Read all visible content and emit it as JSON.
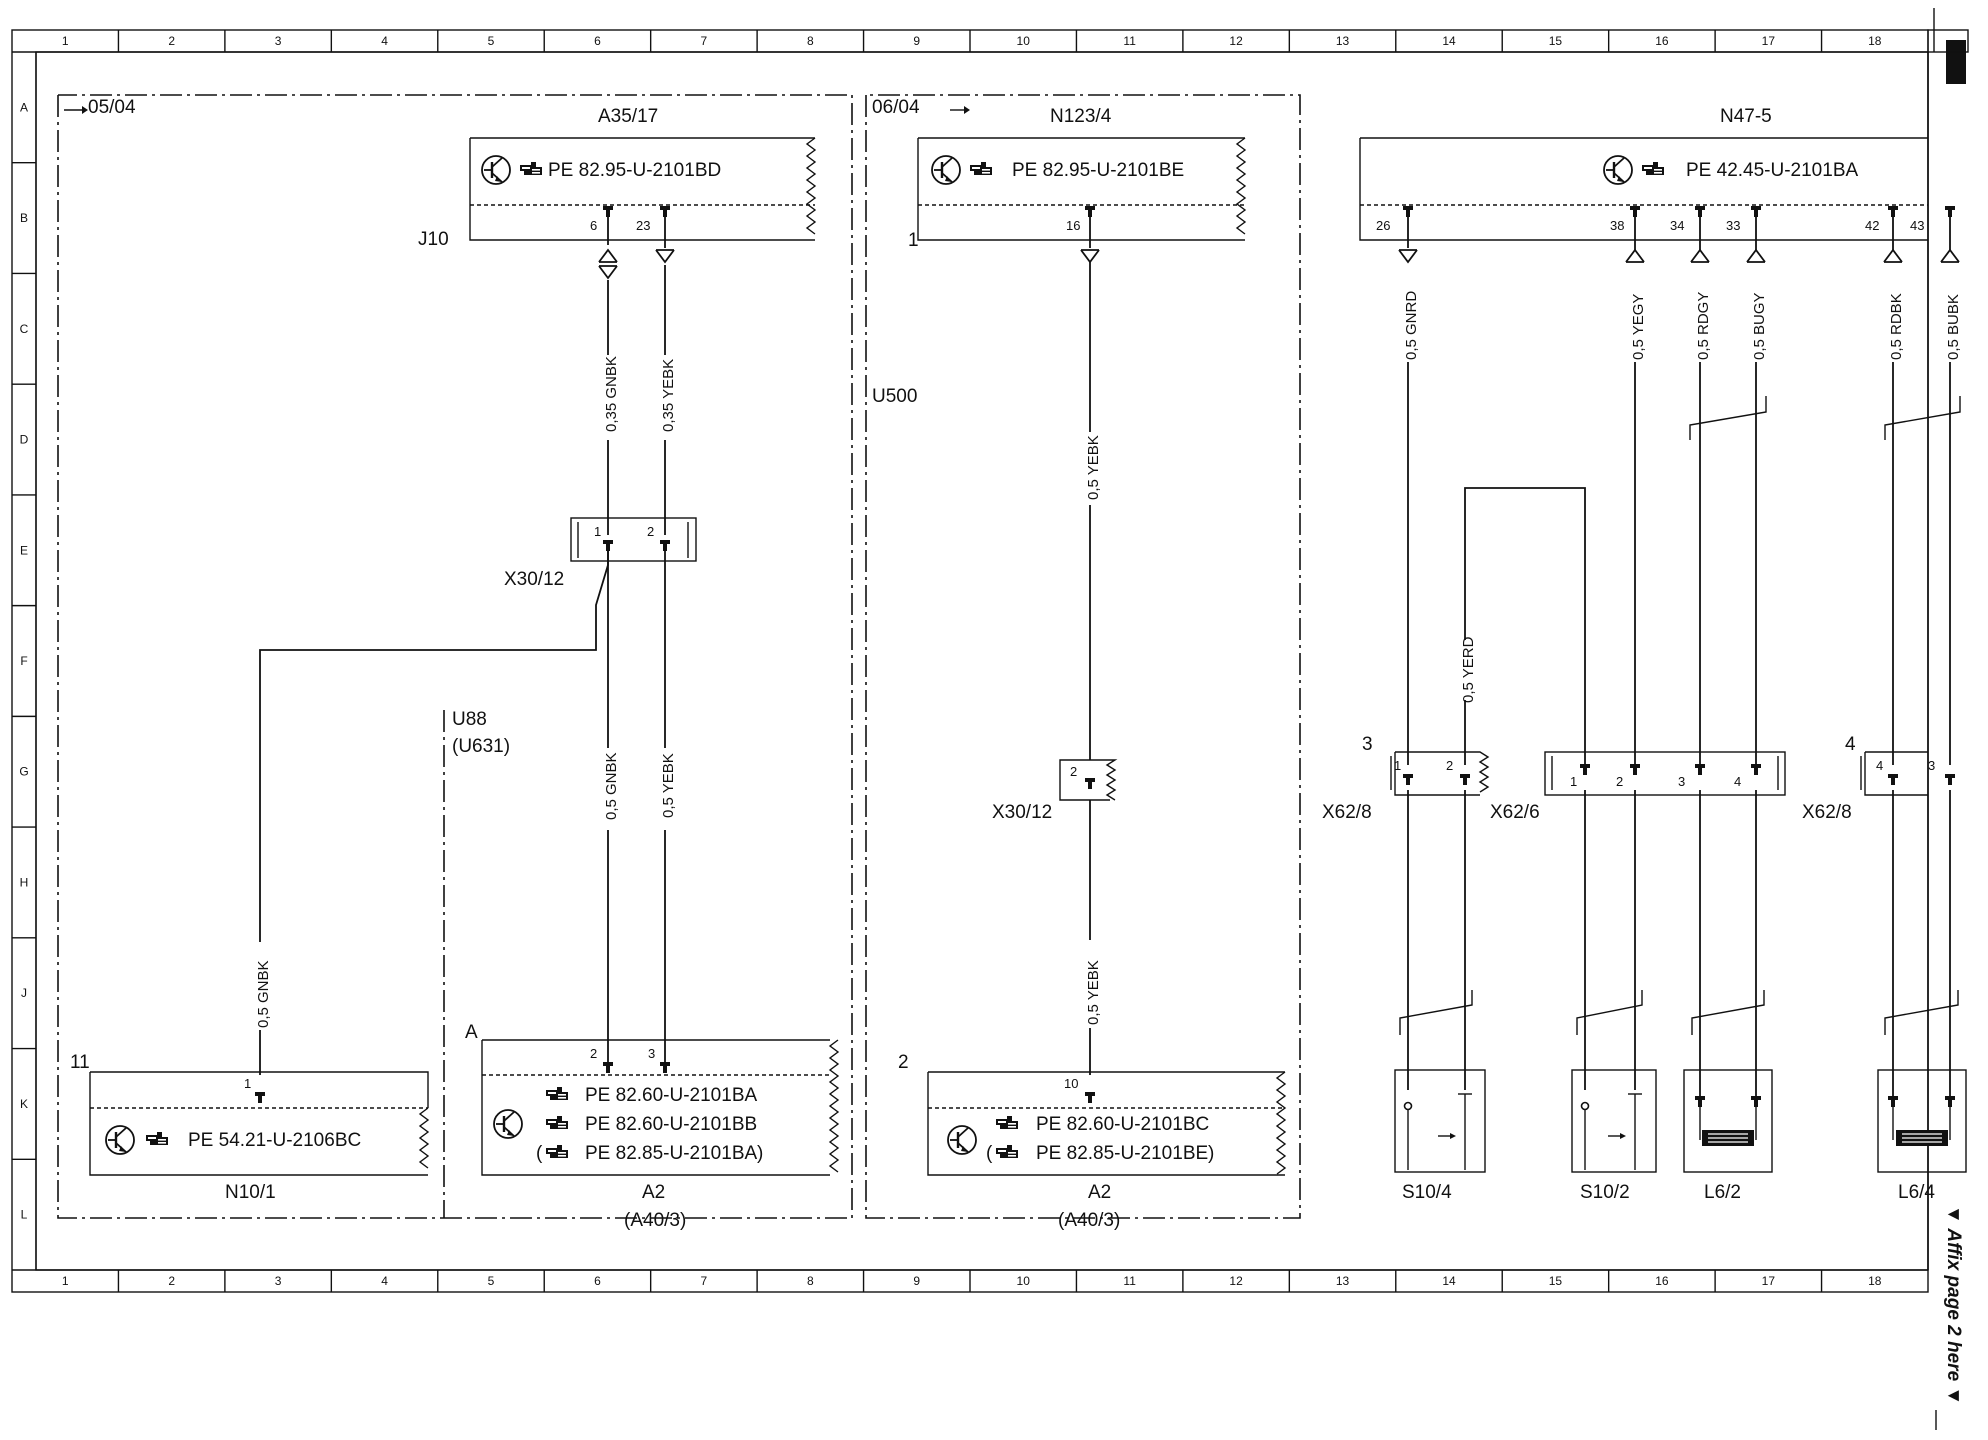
{
  "frame": {
    "columns": [
      "1",
      "2",
      "3",
      "4",
      "5",
      "6",
      "7",
      "8",
      "9",
      "10",
      "11",
      "12",
      "13",
      "14",
      "15",
      "16",
      "17",
      "18"
    ],
    "rows": [
      "A",
      "B",
      "C",
      "D",
      "E",
      "F",
      "G",
      "H",
      "J",
      "K",
      "L"
    ]
  },
  "margin_note": "▼ Affix page 2 here ▼",
  "sheet_refs": {
    "left": "05/04",
    "middle": "06/04"
  },
  "regions": {
    "u500": "U500",
    "u88": "U88",
    "u631": "(U631)",
    "a_point": "A",
    "j10": "J10"
  },
  "modules": {
    "a35": {
      "name": "A35/17",
      "ref": "PE 82.95-U-2101BD",
      "pins": [
        "6",
        "23"
      ]
    },
    "n123": {
      "name": "N123/4",
      "ref": "PE 82.95-U-2101BE",
      "pins": [
        "16"
      ],
      "node": "1"
    },
    "n47": {
      "name": "N47-5",
      "ref": "PE 42.45-U-2101BA",
      "pins": [
        "26",
        "38",
        "34",
        "33",
        "42",
        "43"
      ]
    },
    "n10": {
      "name": "N10/1",
      "ref": "PE 54.21-U-2106BC",
      "pins": [
        "1"
      ],
      "node": "11"
    },
    "a2_left": {
      "name": "A2",
      "alt": "(A40/3)",
      "refs": [
        "PE 82.60-U-2101BA",
        "PE 82.60-U-2101BB",
        "PE 82.85-U-2101BA"
      ],
      "pins": [
        "2",
        "3"
      ]
    },
    "a2_right": {
      "name": "A2",
      "alt": "(A40/3)",
      "refs": [
        "PE 82.60-U-2101BC",
        "PE 82.85-U-2101BE"
      ],
      "pins": [
        "10"
      ],
      "node": "2"
    }
  },
  "connectors": {
    "x30_top": {
      "name": "X30/12",
      "pins": [
        "1",
        "2"
      ]
    },
    "x30_mid": {
      "name": "X30/12",
      "pins": [
        "2"
      ]
    },
    "x62_8a": {
      "name": "X62/8",
      "node": "3",
      "pins": [
        "1",
        "2"
      ]
    },
    "x62_6": {
      "name": "X62/6",
      "pins": [
        "1",
        "2",
        "3",
        "4"
      ]
    },
    "x62_8b": {
      "name": "X62/8",
      "node": "4",
      "pins": [
        "4",
        "3"
      ]
    }
  },
  "wires": {
    "gnbk_035": "0,35 GNBK",
    "yebk_035": "0,35 YEBK",
    "gnbk_05a": "0,5 GNBK",
    "yebk_05a": "0,5 YEBK",
    "gnbk_05b": "0,5 GNBK",
    "yebk_n123_top": "0,5 YEBK",
    "yebk_n123_bot": "0,5 YEBK",
    "gnrd": "0,5 GNRD",
    "yegy": "0,5 YEGY",
    "rdgy": "0,5 RDGY",
    "bugy": "0,5 BUGY",
    "rdbk": "0,5 RDBK",
    "bubk": "0,5 BUBK",
    "yerd": "0,5 YERD"
  },
  "components": {
    "s10_4": "S10/4",
    "s10_2": "S10/2",
    "l6_2": "L6/2",
    "l6_4": "L6/4"
  }
}
